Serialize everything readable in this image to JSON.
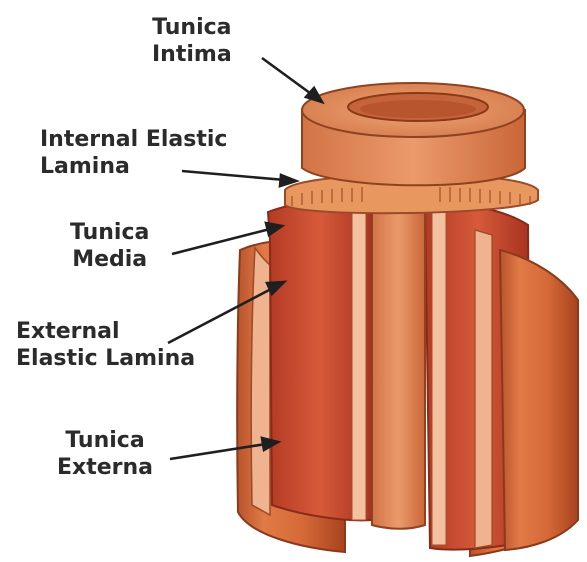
{
  "diagram": {
    "labels": [
      {
        "id": "tunica-intima",
        "lines": [
          "Tunica",
          "Intima"
        ]
      },
      {
        "id": "internal-elastic-lamina",
        "lines": [
          "Internal Elastic",
          "Lamina"
        ]
      },
      {
        "id": "tunica-media",
        "lines": [
          "Tunica",
          "Media"
        ]
      },
      {
        "id": "external-elastic-lamina",
        "lines": [
          "External",
          "Elastic Lamina"
        ]
      },
      {
        "id": "tunica-externa",
        "lines": [
          "Tunica",
          "Externa"
        ]
      }
    ],
    "colors": {
      "externa": "#d9703f",
      "externa_dark": "#b5502a",
      "media": "#c9452e",
      "elastic": "#f2b08c",
      "intima": "#e58a5c",
      "lumen": "#c9663a",
      "text": "#2b2b2b"
    }
  }
}
